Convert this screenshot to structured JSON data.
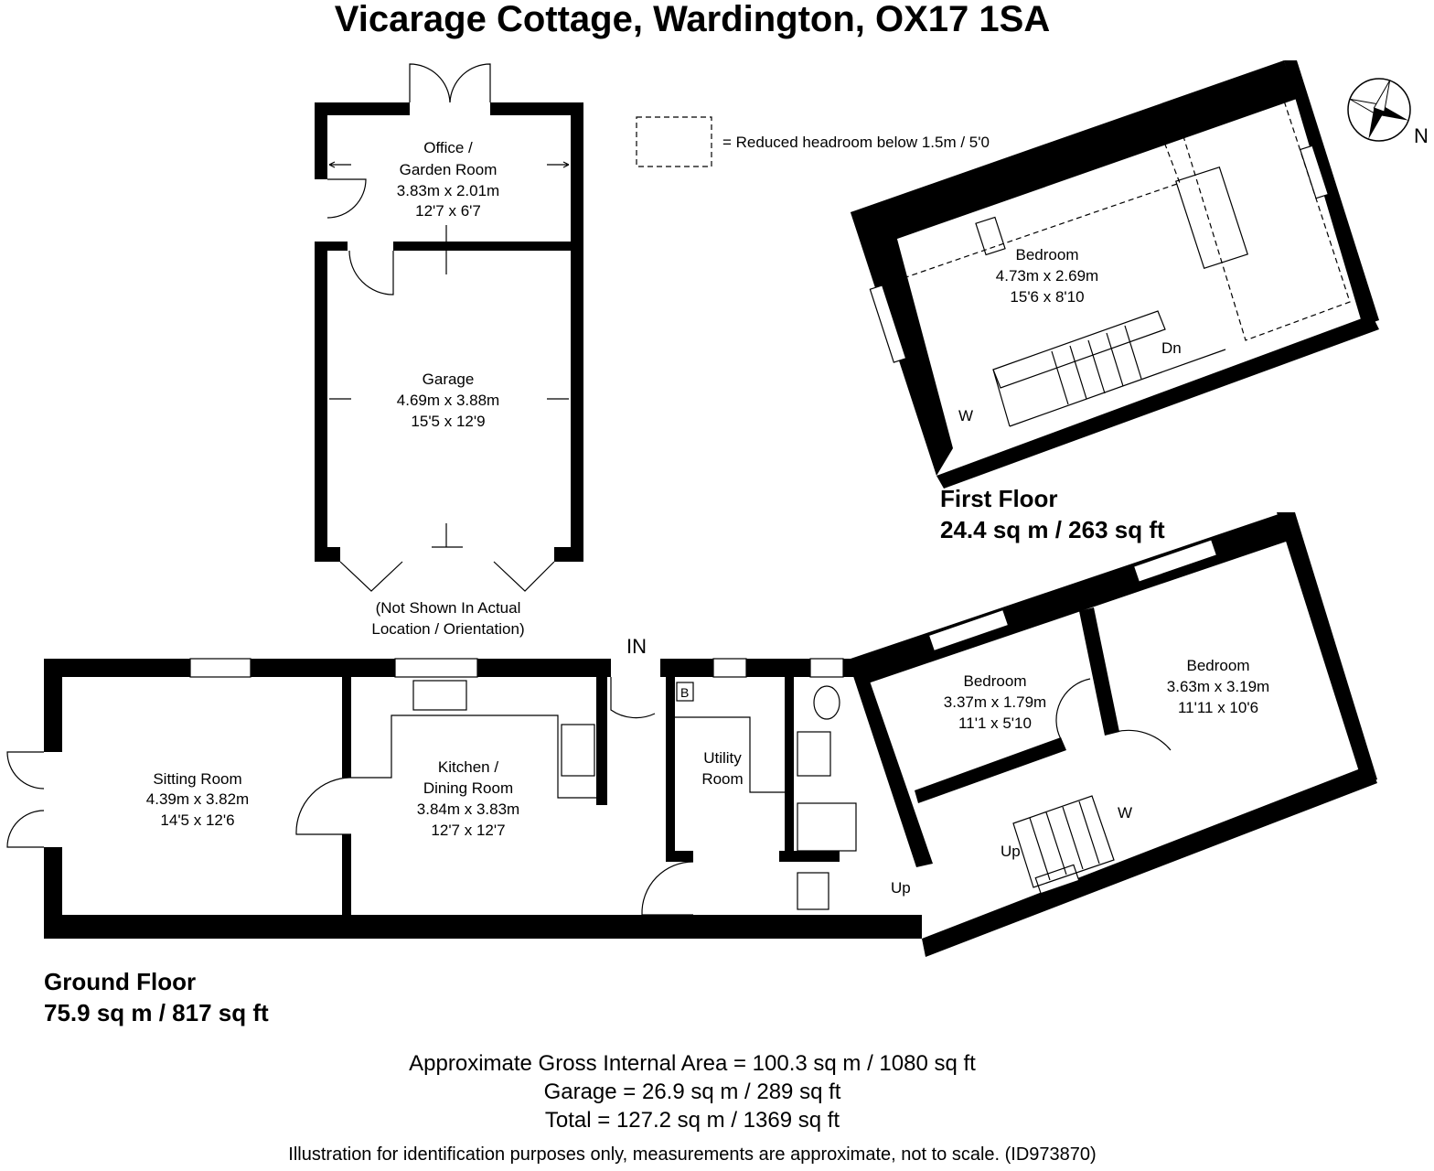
{
  "title": "Vicarage Cottage, Wardington, OX17 1SA",
  "legend": {
    "text": "= Reduced headroom below 1.5m / 5'0"
  },
  "compass": {
    "label": "N"
  },
  "outbuilding": {
    "office": {
      "name_line1": "Office /",
      "name_line2": "Garden Room",
      "metric": "3.83m x 2.01m",
      "imperial": "12'7 x 6'7"
    },
    "garage": {
      "name": "Garage",
      "metric": "4.69m x 3.88m",
      "imperial": "15'5 x 12'9"
    },
    "note_line1": "(Not Shown In Actual",
    "note_line2": "Location / Orientation)"
  },
  "first_floor": {
    "heading": "First Floor",
    "area": "24.4 sq m / 263 sq ft",
    "bedroom": {
      "name": "Bedroom",
      "metric": "4.73m x 2.69m",
      "imperial": "15'6 x 8'10"
    },
    "dn": "Dn",
    "w": "W"
  },
  "ground_floor": {
    "heading": "Ground Floor",
    "area": "75.9 sq m / 817 sq ft",
    "entrance": "IN",
    "sitting": {
      "name": "Sitting Room",
      "metric": "4.39m x 3.82m",
      "imperial": "14'5 x 12'6"
    },
    "kitchen": {
      "name_line1": "Kitchen /",
      "name_line2": "Dining Room",
      "metric": "3.84m x 3.83m",
      "imperial": "12'7 x 12'7"
    },
    "utility": {
      "name_line1": "Utility",
      "name_line2": "Room",
      "boiler": "B"
    },
    "bedroom_small": {
      "name": "Bedroom",
      "metric": "3.37m x 1.79m",
      "imperial": "11'1 x 5'10"
    },
    "bedroom_large": {
      "name": "Bedroom",
      "metric": "3.63m x 3.19m",
      "imperial": "11'11 x 10'6"
    },
    "up_left": "Up",
    "up_right": "Up",
    "w": "W"
  },
  "summary": {
    "gross": "Approximate Gross Internal Area = 100.3 sq m / 1080 sq ft",
    "garage": "Garage = 26.9 sq m / 289 sq ft",
    "total": "Total = 127.2 sq m / 1369 sq ft",
    "disclaimer": "Illustration for identification purposes only, measurements are approximate, not to scale. (ID973870)"
  }
}
